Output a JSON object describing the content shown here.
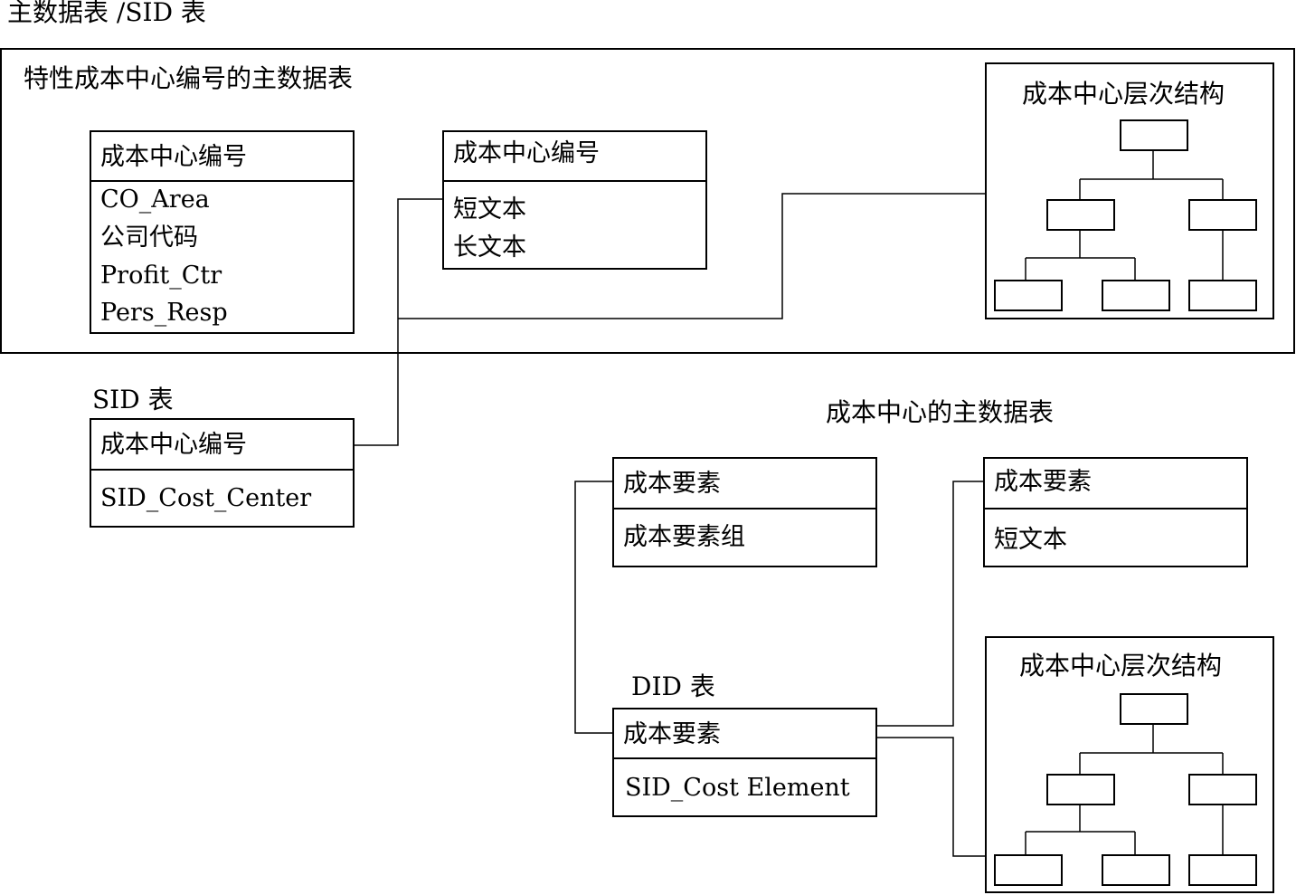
{
  "diagram": {
    "top_title": "主数据表 /SID 表",
    "upper_panel": {
      "title": "特性成本中心编号的主数据表",
      "master_table": {
        "header": "成本中心编号",
        "fields": [
          "CO_Area",
          "公司代码",
          "Profit_Ctr",
          "Pers_Resp"
        ]
      },
      "text_table": {
        "header": "成本中心编号",
        "fields": [
          "短文本",
          "长文本"
        ]
      },
      "hierarchy": {
        "title": "成本中心层次结构"
      }
    },
    "sid_table": {
      "label": "SID 表",
      "header": "成本中心编号",
      "field": "SID_Cost_Center"
    },
    "lower_title": "成本中心的主数据表",
    "element_master_table": {
      "header": "成本要素",
      "field": "成本要素组"
    },
    "element_text_table": {
      "header": "成本要素",
      "field": "短文本"
    },
    "did_table": {
      "label": "DID 表",
      "header": "成本要素",
      "field": "SID_Cost Element"
    },
    "lower_hierarchy": {
      "title": "成本中心层次结构"
    }
  }
}
